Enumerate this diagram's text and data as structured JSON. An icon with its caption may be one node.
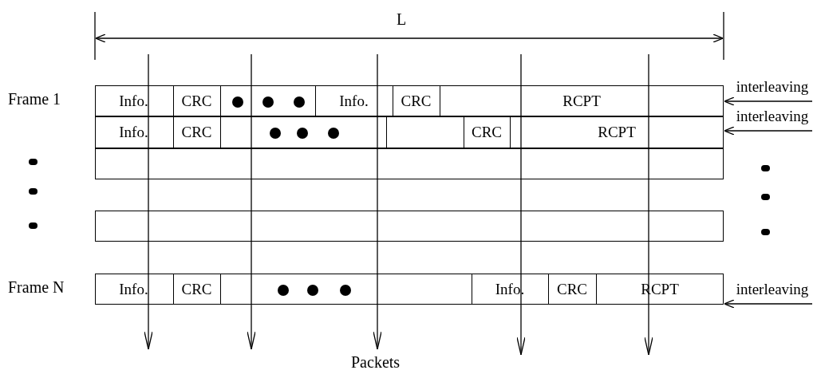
{
  "diagram": {
    "nodes": [
      {
        "text": [],
        "shape": "box",
        "beside": [
          "Frame 1"
        ]
      },
      {
        "text": [
          "Info."
        ],
        "in": 0
      },
      {
        "text": [
          "CRC"
        ],
        "in": 0
      },
      {
        "text": [
          "Info."
        ],
        "in": 0
      },
      {
        "text": [
          "CRC"
        ],
        "in": 0
      },
      {
        "text": [
          "RCPT"
        ],
        "in": 0
      },
      {
        "text": [
          "interleaving"
        ]
      },
      {
        "text": [],
        "shape": "box"
      },
      {
        "text": [
          "Info."
        ],
        "in": 7
      },
      {
        "text": [
          "CRC"
        ],
        "in": 7
      },
      {
        "text": [
          "CRC"
        ],
        "in": 7
      },
      {
        "text": [
          "RCPT"
        ],
        "in": 7
      },
      {
        "text": [
          "interleaving"
        ]
      },
      {
        "text": [],
        "shape": "box"
      },
      {
        "text": [],
        "shape": "box"
      },
      {
        "text": [],
        "shape": "box",
        "beside": [
          "Frame N"
        ]
      },
      {
        "text": [
          "Info."
        ],
        "in": 15
      },
      {
        "text": [
          "CRC"
        ],
        "in": 15
      },
      {
        "text": [
          "Info."
        ],
        "in": 15
      },
      {
        "text": [
          "CRC"
        ],
        "in": 15
      },
      {
        "text": [
          "RCPT"
        ],
        "in": 15
      },
      {
        "text": [
          "interleaving"
        ]
      }
    ],
    "edges": [
      {
        "from": 6,
        "to": 0,
        "arrow": "to"
      },
      {
        "from": 12,
        "to": 7,
        "arrow": "to"
      },
      {
        "from": 21,
        "to": 15,
        "arrow": "to"
      }
    ],
    "labels": [
      "L",
      "Packets"
    ]
  }
}
